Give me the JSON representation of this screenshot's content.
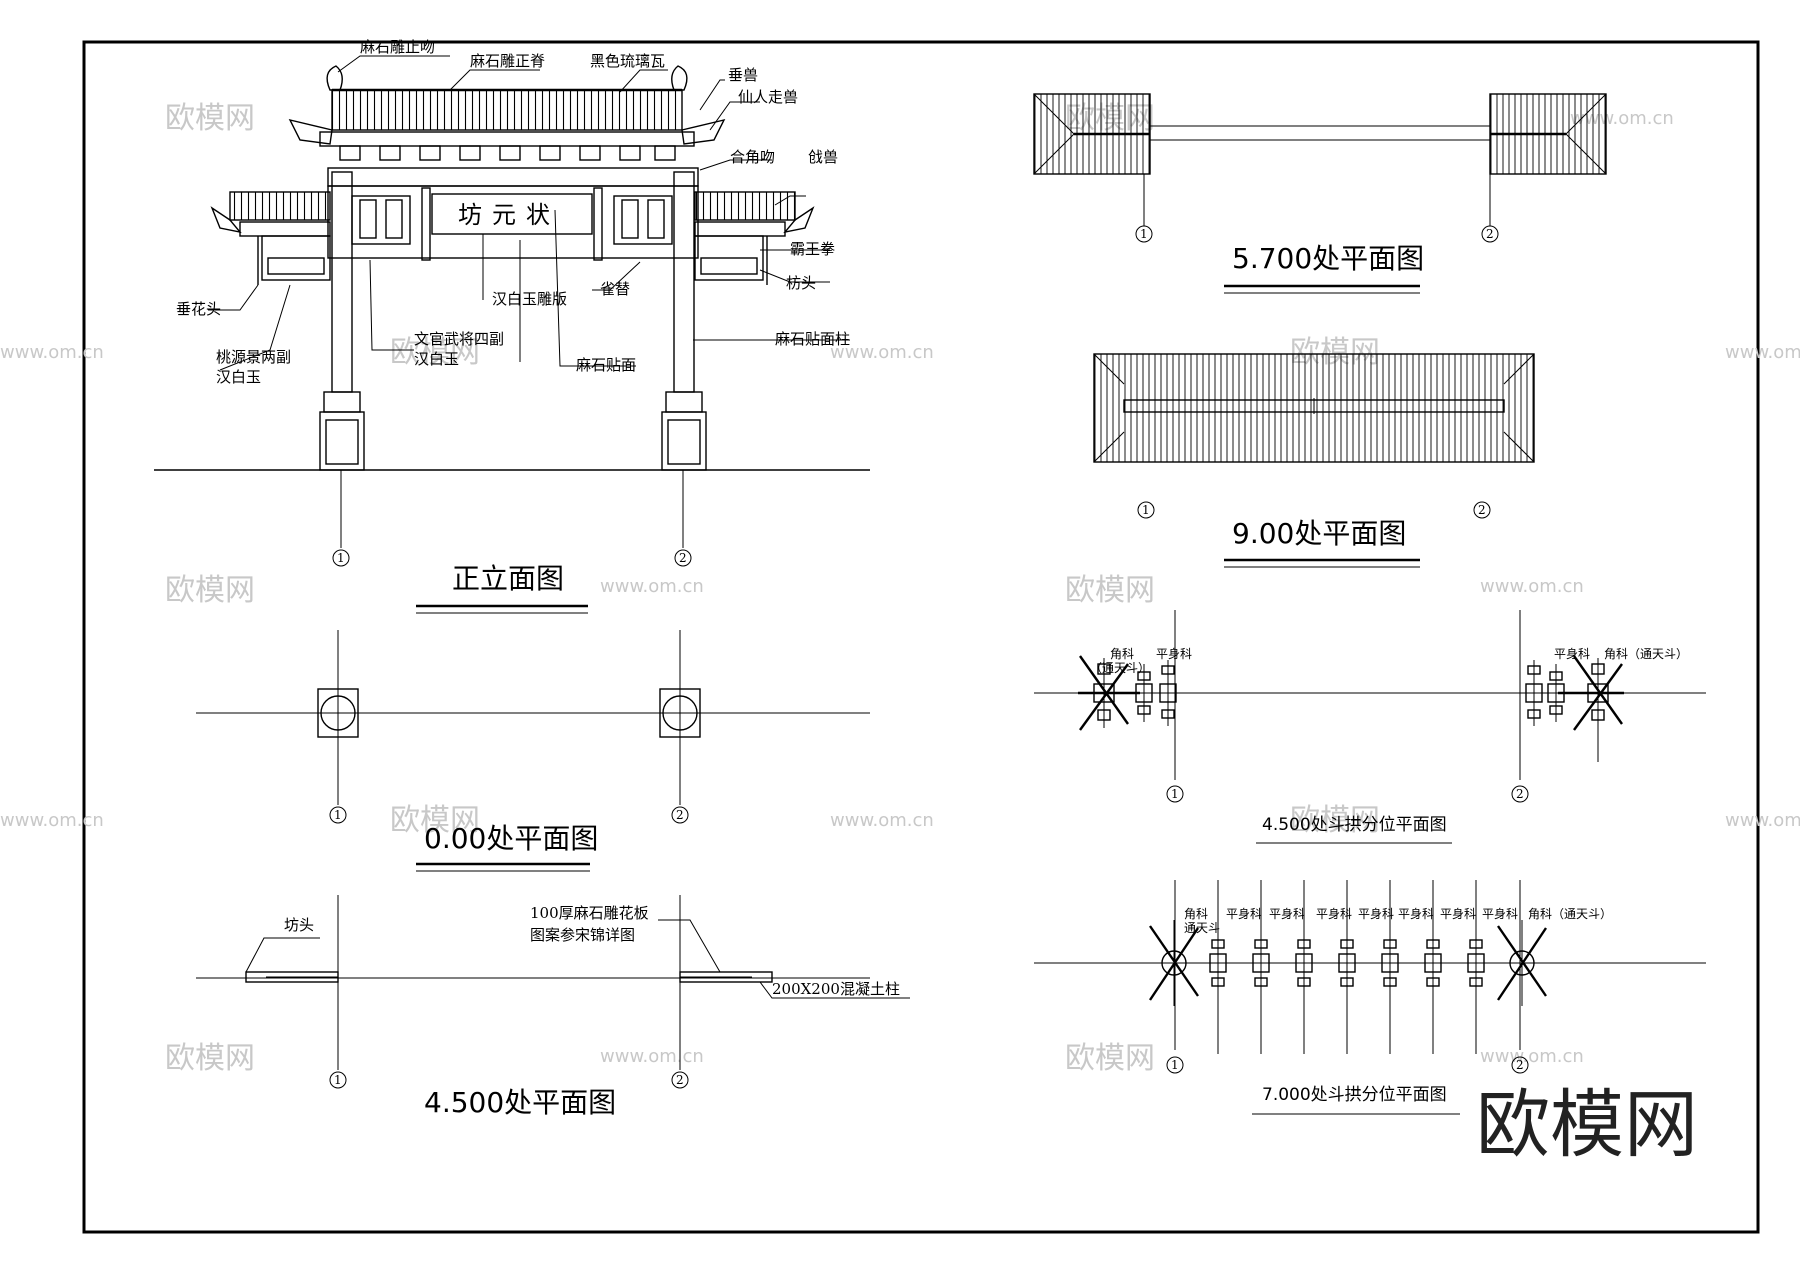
{
  "watermark": {
    "logo_text": "欧模网",
    "url_text": "www.om.cn"
  },
  "brand": "欧模网",
  "axes": {
    "a": "1",
    "b": "2"
  },
  "elevation": {
    "title": "正立面图",
    "plaque_text": "坊元状",
    "labels": {
      "finial": "麻石雕止吻",
      "ridge": "麻石雕正脊",
      "tiles": "黑色琉璃瓦",
      "hip_beast": "垂兽",
      "immortal_beasts": "仙人走兽",
      "corner_beast": "合角吻",
      "guard_beast": "戗兽",
      "bawang_fist": "霸王拳",
      "fangtou": "枋头",
      "hanging_flower": "垂花头",
      "taoyuan_1": "桃源景两副",
      "taoyuan_2": "汉白玉",
      "officials_1": "文官武将四副",
      "officials_2": "汉白玉",
      "jade_panel": "汉白玉雕版",
      "queti": "雀替",
      "stone_facing": "麻石贴面",
      "stone_column": "麻石贴面柱"
    }
  },
  "plan_000": {
    "title": "0.00处平面图"
  },
  "plan_4500": {
    "title": "4.500处平面图",
    "labels": {
      "fangtou": "坊头",
      "panel_1": "100厚麻石雕花板",
      "panel_2": "图案参宋锦详图",
      "column": "200X200混凝土柱"
    }
  },
  "plan_5700": {
    "title": "5.700处平面图"
  },
  "plan_900": {
    "title": "9.00处平面图"
  },
  "dougong_4500": {
    "title": "4.500处斗拱分位平面图",
    "labels": {
      "corner": "角科",
      "corner_note": "（通天斗）",
      "flat": "平身科",
      "corner_full": "角科（通天斗）"
    }
  },
  "dougong_7000": {
    "title": "7.000处斗拱分位平面图",
    "labels": {
      "corner": "角科",
      "corner_sub": "通天斗",
      "flat": "平身科",
      "corner_full": "角科（通天斗）"
    }
  }
}
